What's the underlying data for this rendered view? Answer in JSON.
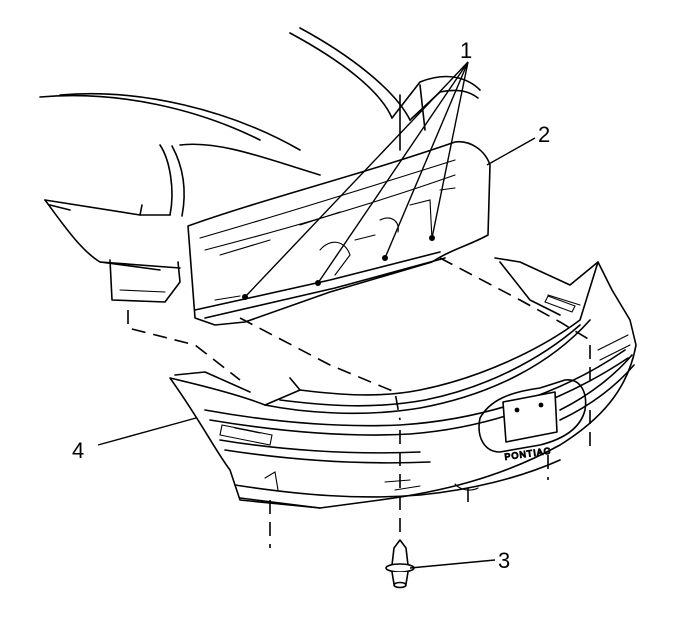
{
  "callouts": {
    "c1": "1",
    "c2": "2",
    "c3": "3",
    "c4": "4"
  },
  "badge_text": "PONTIAC"
}
